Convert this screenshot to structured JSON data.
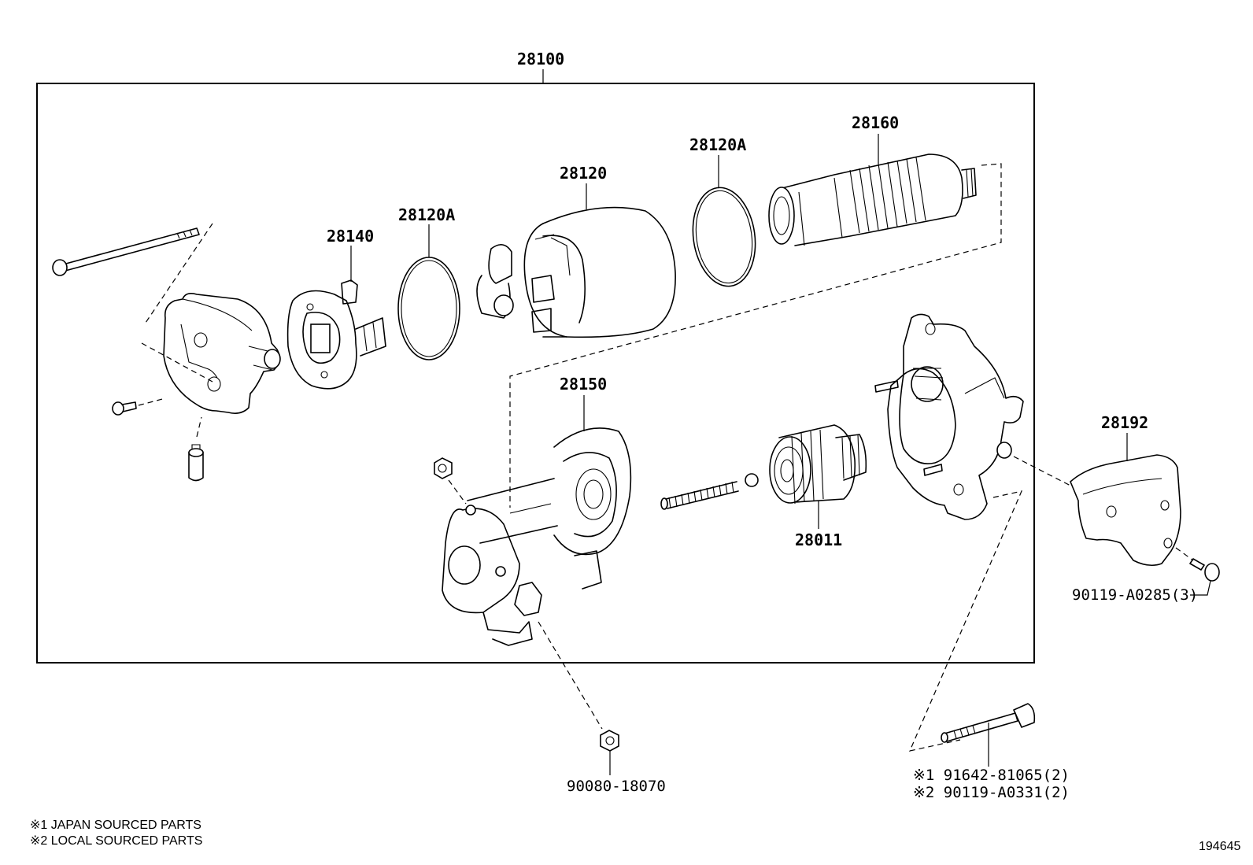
{
  "parts": {
    "assembly": "28100",
    "commutator_end_frame": "28140",
    "o_ring_left": "28120A",
    "field_yoke": "28120",
    "o_ring_right": "28120A",
    "armature": "28160",
    "magnetic_switch": "28150",
    "clutch_pinion": "28011",
    "cover": "28192",
    "bolt_cover": "90119-A0285(3)",
    "nut_terminal": "90080-18070",
    "bolt_japan": "※1 91642-81065(2)",
    "bolt_local": "※2 90119-A0331(2)"
  },
  "notes": {
    "note1": "※1 JAPAN SOURCED PARTS",
    "note2": "※2 LOCAL SOURCED PARTS"
  },
  "diagram_id": "194645"
}
